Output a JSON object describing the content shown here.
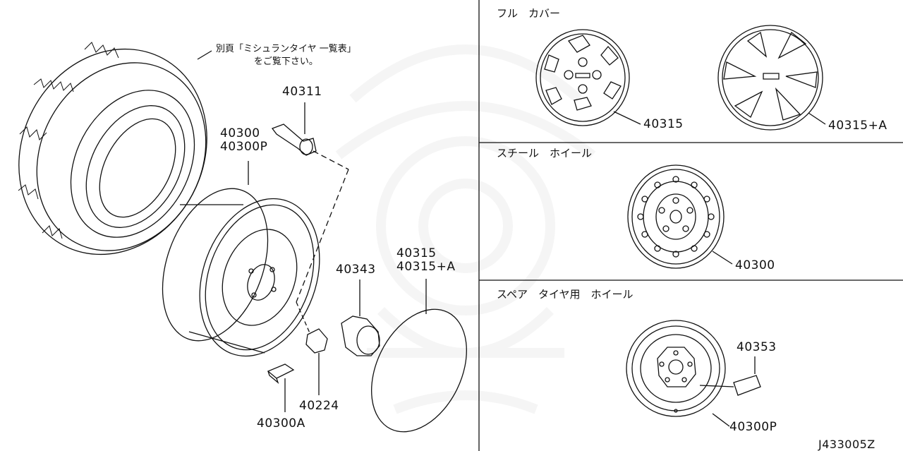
{
  "note": {
    "line1": "別頁「ミシュランタイヤ 一覧表」",
    "line2": "をご覧下さい。"
  },
  "sections": {
    "full_cover": "フル　カバー",
    "steel_wheel": "スチール　ホイール",
    "spare_wheel": "スペア　タイヤ用　ホイール"
  },
  "parts": {
    "valve": "40311",
    "wheel_a": "40300",
    "wheel_b": "40300P",
    "cap_a": "40315",
    "cap_b": "40315+A",
    "center_cap": "40343",
    "nut": "40224",
    "weight": "40300A",
    "cover_1": "40315",
    "cover_2": "40315+A",
    "steel_wheel": "40300",
    "spare_clip": "40353",
    "spare_wheel": "40300P"
  },
  "diagram_code": "J433005Z",
  "colors": {
    "line": "#111111",
    "watermark": "#888888"
  }
}
